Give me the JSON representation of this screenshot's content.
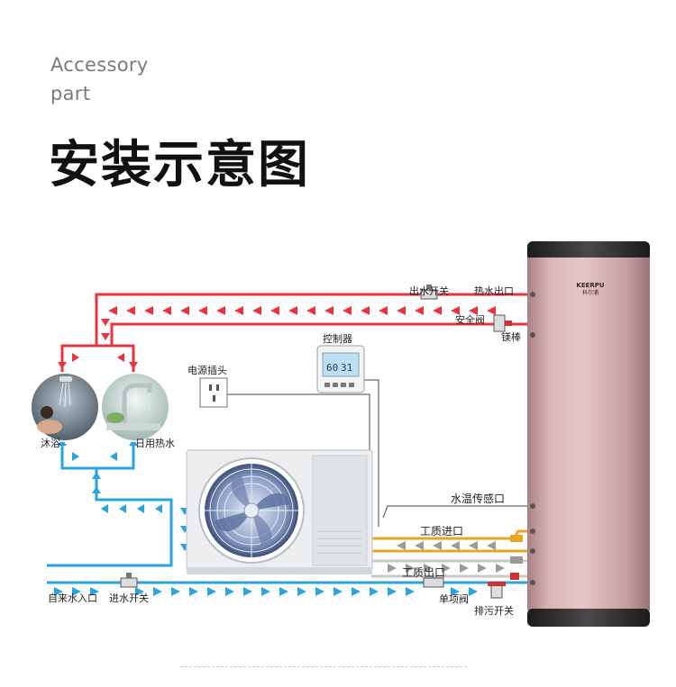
{
  "header": {
    "subtitle_line1": "Accessory",
    "subtitle_line2": "part",
    "title": "安装示意图"
  },
  "labels": {
    "outlet_switch": "出水开关",
    "hot_outlet": "热水出口",
    "safety_valve": "安全阀",
    "mg_rod": "镁棒",
    "controller": "控制器",
    "power_plug": "电源插头",
    "shower": "沐浴",
    "daily_hot_water": "日用热水",
    "water_temp_sensor": "水温传感口",
    "refrigerant_in": "工质进口",
    "refrigerant_out": "工质出口",
    "tap_inlet": "自来水入口",
    "inlet_switch": "进水开关",
    "check_valve": "单项阀",
    "drain_switch": "排污开关"
  },
  "tank": {
    "brand": "KEERPU",
    "brand_sub": "科尔浦"
  },
  "controller_display": {
    "left": "60",
    "right": "31"
  },
  "colors": {
    "hot_pipe": "#e8343c",
    "cold_pipe": "#2aa3e0",
    "refrigerant_pipe": "#e8a628",
    "tank_body": "#c9a2a4",
    "arrow_gray": "#9a9a9a"
  }
}
